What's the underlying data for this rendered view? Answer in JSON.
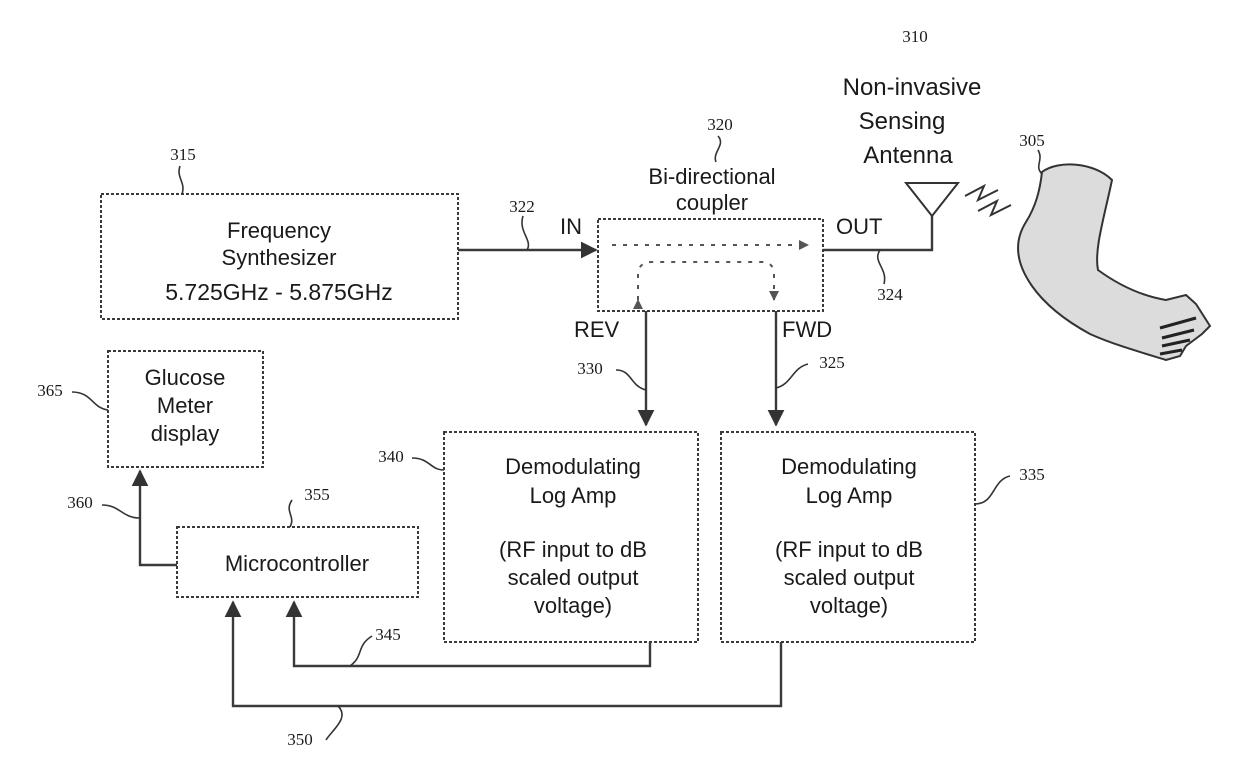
{
  "refs": {
    "r305": "305",
    "r310": "310",
    "r315": "315",
    "r320": "320",
    "r322": "322",
    "r324": "324",
    "r325": "325",
    "r330": "330",
    "r335": "335",
    "r340": "340",
    "r345": "345",
    "r350": "350",
    "r355": "355",
    "r360": "360",
    "r365": "365"
  },
  "synth": {
    "line1": "Frequency",
    "line2": "Synthesizer",
    "line3": "5.725GHz - 5.875GHz"
  },
  "coupler": {
    "line1": "Bi-directional",
    "line2": "coupler",
    "in": "IN",
    "out": "OUT",
    "rev": "REV",
    "fwd": "FWD"
  },
  "antenna": {
    "line1": "Non-invasive",
    "line2": "Sensing",
    "line3": "Antenna"
  },
  "glucose": {
    "line1": "Glucose",
    "line2": "Meter",
    "line3": "display"
  },
  "micro": {
    "label": "Microcontroller"
  },
  "amp_left": {
    "line1": "Demodulating",
    "line2": "Log Amp",
    "line3": "(RF input to dB",
    "line4": "scaled output",
    "line5": "voltage)"
  },
  "amp_right": {
    "line1": "Demodulating",
    "line2": "Log Amp",
    "line3": "(RF input to dB",
    "line4": "scaled output",
    "line5": "voltage)"
  }
}
